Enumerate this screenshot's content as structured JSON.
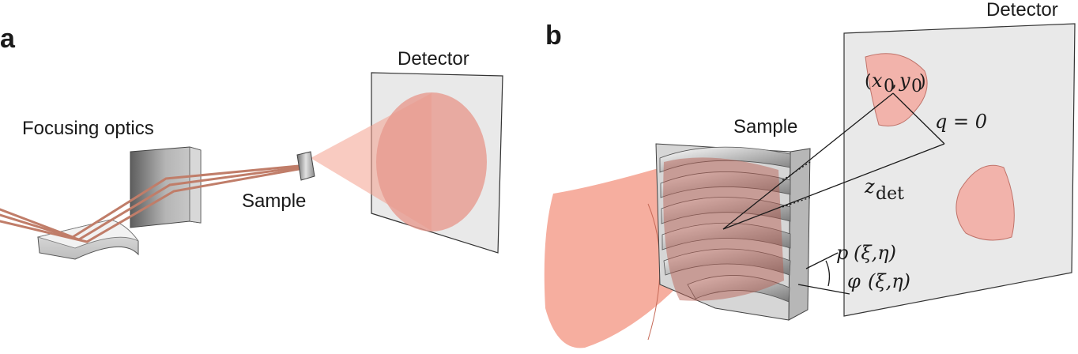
{
  "panel_a": {
    "letter": "a",
    "labels": {
      "focusing_optics": "Focusing optics",
      "sample": "Sample",
      "detector": "Detector"
    }
  },
  "panel_b": {
    "letter": "b",
    "labels": {
      "sample": "Sample",
      "detector": "Detector",
      "x0": "x",
      "y0": "y",
      "sub0": "0",
      "q_zero": "q = 0",
      "z": "z",
      "z_sub": "det",
      "p": "p",
      "phi": "φ",
      "coords": "(ξ,η)"
    }
  },
  "colors": {
    "beam": "#f4a08e",
    "beam_light": "#f8c3b6",
    "ray": "#c07d69",
    "detector_panel": "#e9e9e9",
    "optics_gray": "#8d8d8d",
    "outline": "#222222"
  }
}
